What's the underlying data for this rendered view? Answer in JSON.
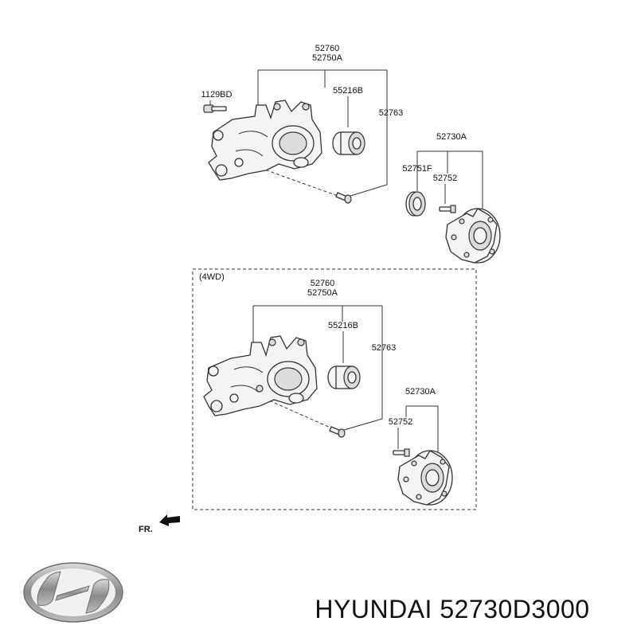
{
  "diagram": {
    "top": {
      "labels": {
        "knuckle_a": "52760",
        "knuckle_b": "52750A",
        "bolt": "1129BD",
        "bearing": "55216B",
        "pin": "52763",
        "hub_assy": "52730A",
        "cap": "52751F",
        "hub_bolt": "52752"
      }
    },
    "awd": {
      "tag": "(4WD)",
      "labels": {
        "knuckle_a": "52760",
        "knuckle_b": "52750A",
        "bearing": "55216B",
        "pin": "52763",
        "hub_assy": "52730A",
        "hub_bolt": "52752"
      }
    },
    "front_indicator": "FR."
  },
  "branding": {
    "caption": "HYUNDAI 52730D3000",
    "logo": "hyundai-logo"
  }
}
